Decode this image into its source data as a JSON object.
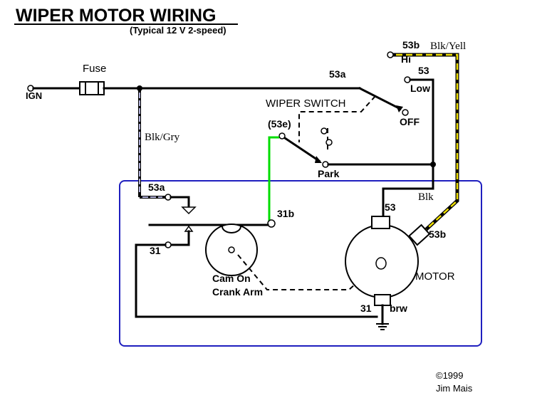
{
  "title": "WIPER MOTOR WIRING",
  "subtitle": "(Typical 12 V   2-speed)",
  "labels": {
    "ign": "IGN",
    "fuse": "Fuse",
    "blk_gry": "Blk/Gry",
    "t53a_top": "53a",
    "wiper_switch": "WIPER SWITCH",
    "t53e": "(53e)",
    "park": "Park",
    "off": "OFF",
    "t53b_top": "53b",
    "hi": "Hi",
    "blk_yell": "Blk/Yell",
    "t53_top": "53",
    "low": "Low",
    "blk": "Blk",
    "t53a_motor": "53a",
    "t31b": "31b",
    "t31_left": "31",
    "cam_line1": "Cam On",
    "cam_line2": "Crank Arm",
    "t53_motor": "53",
    "t53b_motor": "53b",
    "motor": "MOTOR",
    "t31_motor": "31",
    "brw": "brw"
  },
  "footer": {
    "copyright": "©1999",
    "author": "Jim Mais"
  },
  "colors": {
    "wire": "#000000",
    "box_outline": "#1f1fbf",
    "blk_gry_stripe": "#b0b0d8",
    "blk_yell_stripe": "#f0e000",
    "green_wire": "#00dd00"
  }
}
